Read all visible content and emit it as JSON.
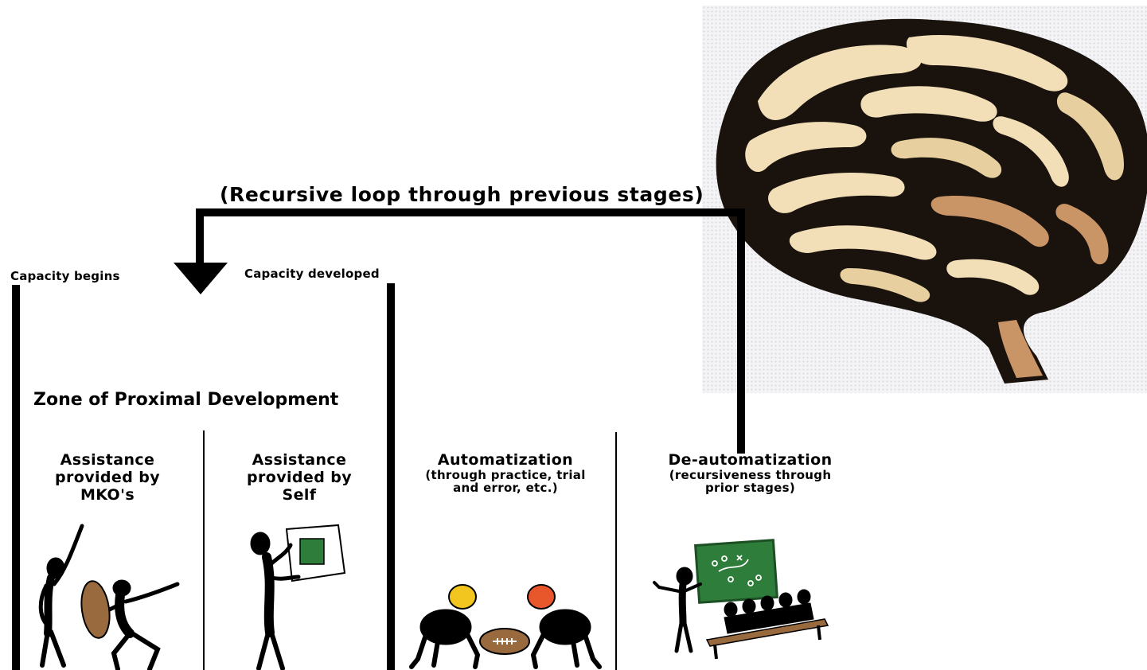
{
  "loop_label": "(Recursive loop through previous stages)",
  "capacity_begins": "Capacity begins",
  "capacity_developed": "Capacity developed",
  "zone_title": "Zone of Proximal Development",
  "stages": [
    {
      "title": "Assistance provided by MKO's",
      "subtitle": ""
    },
    {
      "title": "Assistance provided by Self",
      "subtitle": ""
    },
    {
      "title": "Automatization",
      "subtitle": "(through practice, trial and error, etc.)"
    },
    {
      "title": "De-automatization",
      "subtitle": "(recursiveness through prior stages)"
    }
  ],
  "illustrations": [
    "figure-pointing-with-football-icon",
    "figure-holding-playbook-icon",
    "football-players-lineup-icon",
    "coach-at-chalkboard-with-team-icon",
    "brain-icon"
  ],
  "colors": {
    "lines": "#000000",
    "brain_light": "#f2dfb8",
    "brain_tan": "#c99466",
    "brain_dark": "#1a120d",
    "helmet_yellow": "#f2c61f",
    "helmet_orange": "#e8562b",
    "football_brown": "#9a6a3f",
    "chalkboard_green": "#2f7d3a"
  }
}
